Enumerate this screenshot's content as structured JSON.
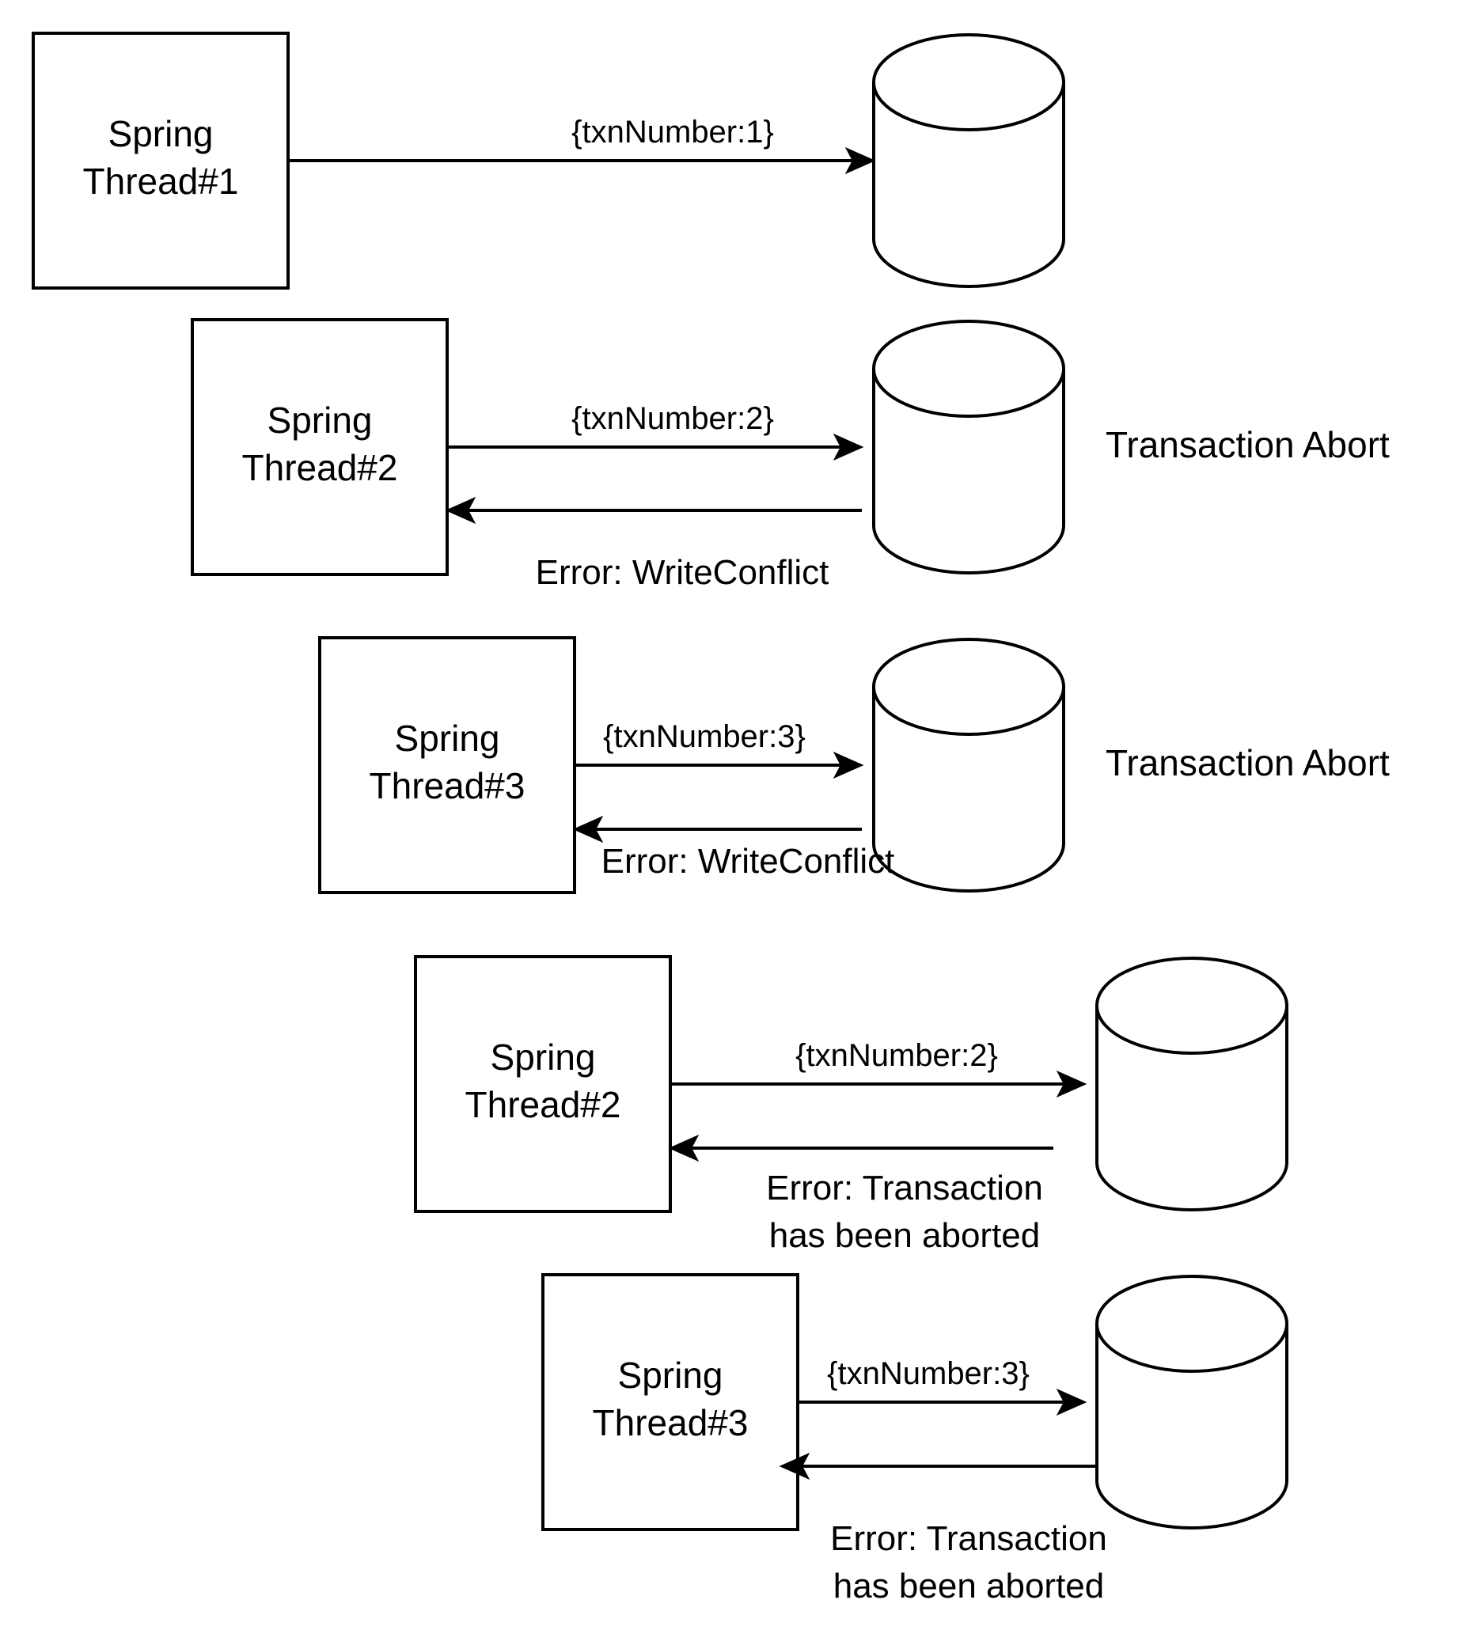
{
  "rows": [
    {
      "thread": [
        "Spring",
        "Thread#1"
      ],
      "request": "{txnNumber:1}",
      "response": [],
      "status": ""
    },
    {
      "thread": [
        "Spring",
        "Thread#2"
      ],
      "request": "{txnNumber:2}",
      "response": [
        "Error: WriteConflict"
      ],
      "status": "Transaction Abort"
    },
    {
      "thread": [
        "Spring",
        "Thread#3"
      ],
      "request": "{txnNumber:3}",
      "response": [
        "Error: WriteConflict"
      ],
      "status": "Transaction Abort"
    },
    {
      "thread": [
        "Spring",
        "Thread#2"
      ],
      "request": "{txnNumber:2}",
      "response": [
        "Error: Transaction",
        "has been aborted"
      ],
      "status": ""
    },
    {
      "thread": [
        "Spring",
        "Thread#3"
      ],
      "request": "{txnNumber:3}",
      "response": [
        "Error: Transaction",
        "has been aborted"
      ],
      "status": ""
    }
  ]
}
